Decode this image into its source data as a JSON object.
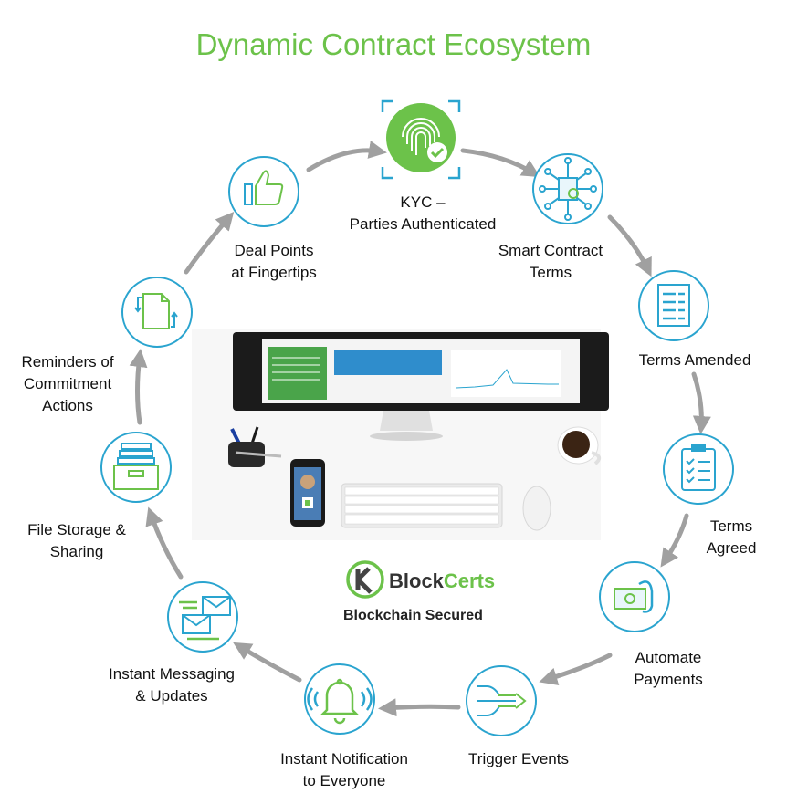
{
  "title": "Dynamic Contract Ecosystem",
  "accent_color": "#6cc24a",
  "ring_color": "#2aa4cf",
  "arrow_color": "#a0a0a0",
  "stages": [
    {
      "icon": "fingerprint-check-icon",
      "lines": [
        "KYC –",
        "Parties Authenticated"
      ]
    },
    {
      "icon": "smart-contract-network-icon",
      "lines": [
        "Smart Contract",
        "Terms"
      ]
    },
    {
      "icon": "document-list-icon",
      "lines": [
        "Terms Amended"
      ]
    },
    {
      "icon": "clipboard-checklist-icon",
      "lines": [
        "Terms",
        "Agreed"
      ]
    },
    {
      "icon": "payment-cash-icon",
      "lines": [
        "Automate",
        "Payments"
      ]
    },
    {
      "icon": "trigger-arrows-icon",
      "lines": [
        "Trigger Events"
      ]
    },
    {
      "icon": "bell-icon",
      "lines": [
        "Instant Notification",
        "to Everyone"
      ]
    },
    {
      "icon": "envelopes-icon",
      "lines": [
        "Instant Messaging",
        "& Updates"
      ]
    },
    {
      "icon": "file-drawer-icon",
      "lines": [
        "File Storage &",
        "Sharing"
      ]
    },
    {
      "icon": "document-cycle-icon",
      "lines": [
        "Reminders of",
        "Commitment",
        "Actions"
      ]
    },
    {
      "icon": "thumbs-up-icon",
      "lines": [
        "Deal Points",
        "at Fingertips"
      ]
    }
  ],
  "brand": {
    "name_part1": "Block",
    "name_part2": "Certs",
    "tagline": "Blockchain Secured"
  }
}
